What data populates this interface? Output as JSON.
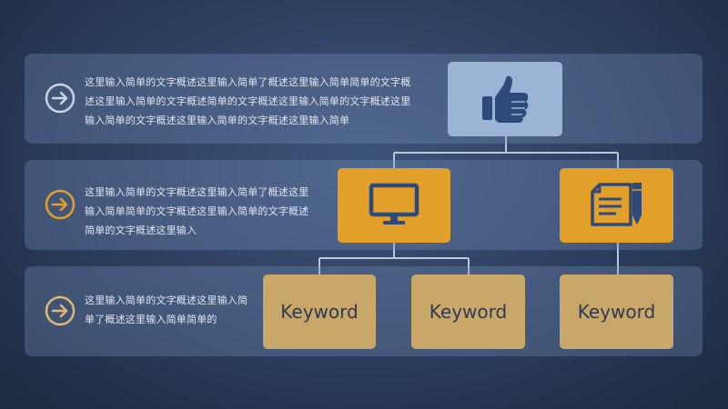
{
  "rows": [
    {
      "text": "这里输入简单的文字概述这里输入简单了概述这里输入简单简单的文字概述这里输入简单的文字概述简单的文字概述这里输入简单的文字概述这里输入简单的文字概述这里输入简单的文字概述这里输入简单",
      "icon": "arrow-right-circle-icon",
      "icon_color": "#c9d3e3"
    },
    {
      "text": "这里输入简单的文字概述这里输入简单了概述这里输入简单简单的文字概述这里输入简单的文字概述简单的文字概述这里输入",
      "icon": "arrow-right-circle-icon",
      "icon_color": "#e2a02a"
    },
    {
      "text": "这里输入简单的文字概述这里输入简单了概述这里输入简单简单的",
      "icon": "arrow-right-circle-icon",
      "icon_color": "#e0b777"
    }
  ],
  "boxes": {
    "top_icon": "thumbs-up-icon",
    "mid_left_icon": "monitor-icon",
    "mid_right_icon": "document-pen-icon",
    "keywords": [
      "Keyword",
      "Keyword",
      "Keyword"
    ]
  },
  "colors": {
    "accent_orange": "#e2a02a",
    "keyword_tan": "#c8a769",
    "top_box": "#9bb3d4",
    "icon_dark": "#2d4a7a"
  }
}
